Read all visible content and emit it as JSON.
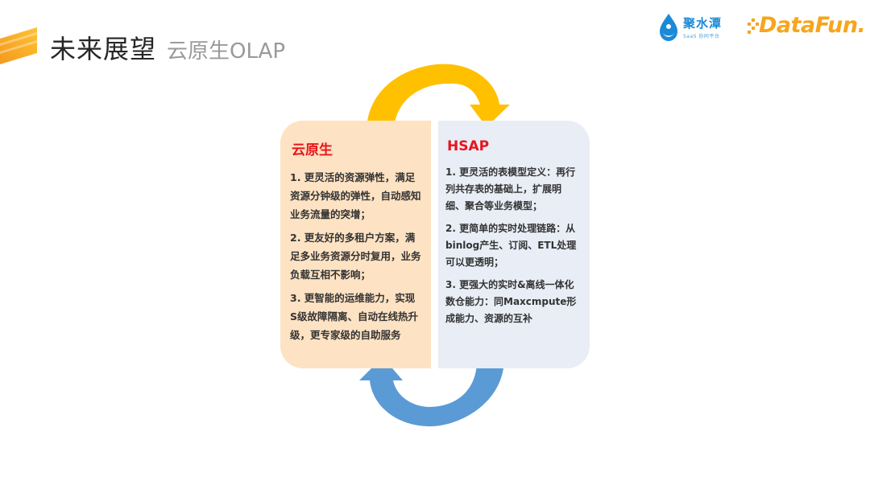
{
  "header": {
    "title": "未来展望",
    "subtitle": "云原生OLAP"
  },
  "logos": {
    "jushuitan": {
      "name": "聚水潭",
      "sub": "SaaS 协同平台"
    },
    "datafun": {
      "name": "DataFun."
    }
  },
  "colors": {
    "accent_orange": "#f7a51c",
    "arrow_top": "#ffc000",
    "arrow_bottom": "#5b9bd5",
    "left_card": "#fde2c3",
    "right_card": "#e8edf6",
    "heading_red": "#e8141b"
  },
  "left_card": {
    "title": "云原生",
    "items": [
      "1. 更灵活的资源弹性，满足资源分钟级的弹性，自动感知业务流量的突增；",
      "2. 更友好的多租户方案，满足多业务资源分时复用，业务负载互相不影响；",
      "3. 更智能的运维能力，实现S级故障隔离、自动在线热升级，更专家级的自助服务"
    ]
  },
  "right_card": {
    "title": "HSAP",
    "items": [
      "1. 更灵活的表模型定义：再行列共存表的基础上，扩展明细、聚合等业务模型；",
      "2. 更简单的实时处理链路：从binlog产生、订阅、ETL处理可以更透明；",
      "3. 更强大的实时&离线一体化数仓能力：同Maxcmpute形成能力、资源的互补"
    ]
  }
}
